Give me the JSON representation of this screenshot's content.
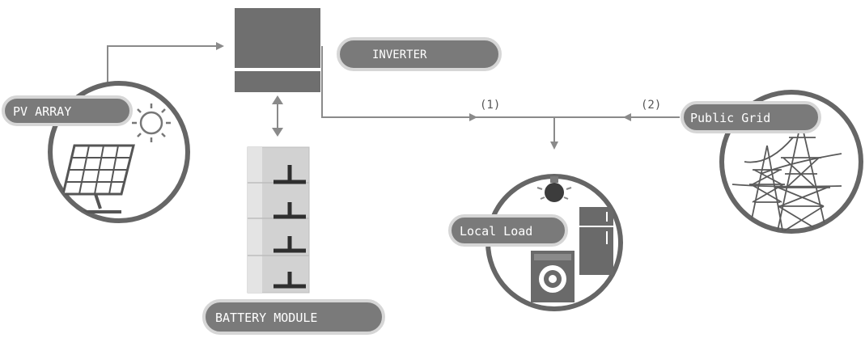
{
  "labels": {
    "inverter": "INVERTER",
    "pv_array": "PV ARRAY",
    "battery_module": "BATTERY MODULE",
    "local_load": "Local Load",
    "public_grid": "Public Grid",
    "flow_1": "(1)",
    "flow_2": "(2)"
  },
  "colors": {
    "line": "#8a8a8a",
    "label_fill": "#7a7a7a",
    "dark": "#5a5a5a",
    "light": "#d0d0d0",
    "background": "#ffffff"
  },
  "icons": [
    "solar-panel-icon",
    "sun-icon",
    "inverter-icon",
    "battery-stack-icon",
    "light-bulb-icon",
    "refrigerator-icon",
    "washing-machine-icon",
    "power-tower-icon"
  ]
}
